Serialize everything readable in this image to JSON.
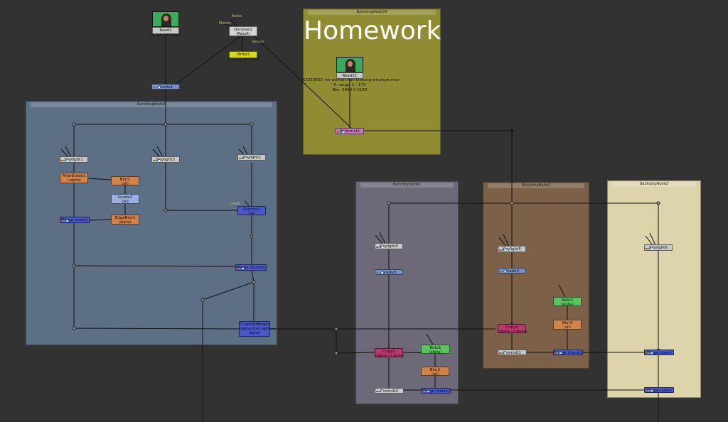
{
  "backdrops": {
    "bd34": {
      "title": "BackdropNode34",
      "label": "Homework"
    },
    "bd4": {
      "title": "BackdropNode4"
    },
    "bd1": {
      "title": "BackdropNode1"
    },
    "bd2": {
      "title": "BackdropNode2"
    },
    "bd3": {
      "title": "BackdropNode3"
    }
  },
  "nodes": {
    "read2": {
      "label": "Read2",
      "file": "d...ge_girl.mov"
    },
    "denoise1": {
      "label": "Denoise1",
      "sub": "(Result)"
    },
    "write3": {
      "label": "Write3",
      "file": "d...oise_girl.mov"
    },
    "read21": {
      "label": "Read21",
      "file": "163333833--hk-woman-hair-blowing-wind-gre.mov",
      "range": "F. range: 1 - 173",
      "res": "Res: 3840 X 2160"
    },
    "reformat1": {
      "label": "Reformat1"
    },
    "grade1": {
      "label": "Grade1"
    },
    "keylight1": {
      "label": "Keylight1"
    },
    "keylight3": {
      "label": "Keylight3"
    },
    "keylight2": {
      "label": "Keylight2"
    },
    "filtererode1": {
      "label": "FilterErode1",
      "sub": "(-alpha)"
    },
    "blur1": {
      "label": "Blur1",
      "sub": "(all)"
    },
    "grade2": {
      "label": "Grade2",
      "sub": "(all)"
    },
    "edgeblur1": {
      "label": "EdgeBlur1",
      "sub": "(alpha)"
    },
    "merge_mask": {
      "label": "Merge (mask)"
    },
    "keymix1": {
      "label": "Keymix1",
      "sub": "(all)"
    },
    "merge_screen": {
      "label": "Merge (screen)"
    },
    "channelmerge1": {
      "label": "ChannelMerge1",
      "sub": "(alpha from alpha +",
      "sub2": "alpha)"
    },
    "keylight4": {
      "label": "Keylight4"
    },
    "grade3": {
      "label": "Grade3"
    },
    "copy1": {
      "label": "Copy1",
      "sub": "(alpha -> alpha)"
    },
    "roto1": {
      "label": "Roto1",
      "sub": "(alpha)"
    },
    "blur2": {
      "label": "Blur2",
      "sub": "(all)"
    },
    "premult2": {
      "label": "Premult2"
    },
    "merge_mask2": {
      "label": "Merge (mask)"
    },
    "keylight5": {
      "label": "Keylight5"
    },
    "grade4": {
      "label": "Grade4"
    },
    "roto2": {
      "label": "Roto2",
      "sub": "(alpha)"
    },
    "blur3": {
      "label": "Blur3",
      "sub": "(all)"
    },
    "copy2": {
      "label": "Copy2",
      "sub": "(alpha -> alpha)"
    },
    "premult1": {
      "label": "Premult1"
    },
    "merge_mask3": {
      "label": "Merge (mask)"
    },
    "keylight6": {
      "label": "Keylight6"
    },
    "merge_over3": {
      "label": "Merge (over)"
    },
    "merge_over4": {
      "label": "Merge (over)"
    }
  },
  "input_labels": {
    "noise": "Noise",
    "motion": "Motion",
    "source": "Source",
    "mask": "mask"
  },
  "colors": {
    "canvas": "#323232",
    "bd34": "#8f8c33",
    "bd4": "#5d6f84",
    "bd1": "#6d6979",
    "bd2": "#7c6148",
    "bd3": "#ddd4ac",
    "keylight": "#c8c8c8",
    "grade": "#7590c8",
    "merge": "#4a58c8",
    "blur": "#d0834d",
    "roto": "#5cc45c",
    "copy": "#b8386e",
    "write": "#d8d81a",
    "reformat": "#c77ab8"
  }
}
